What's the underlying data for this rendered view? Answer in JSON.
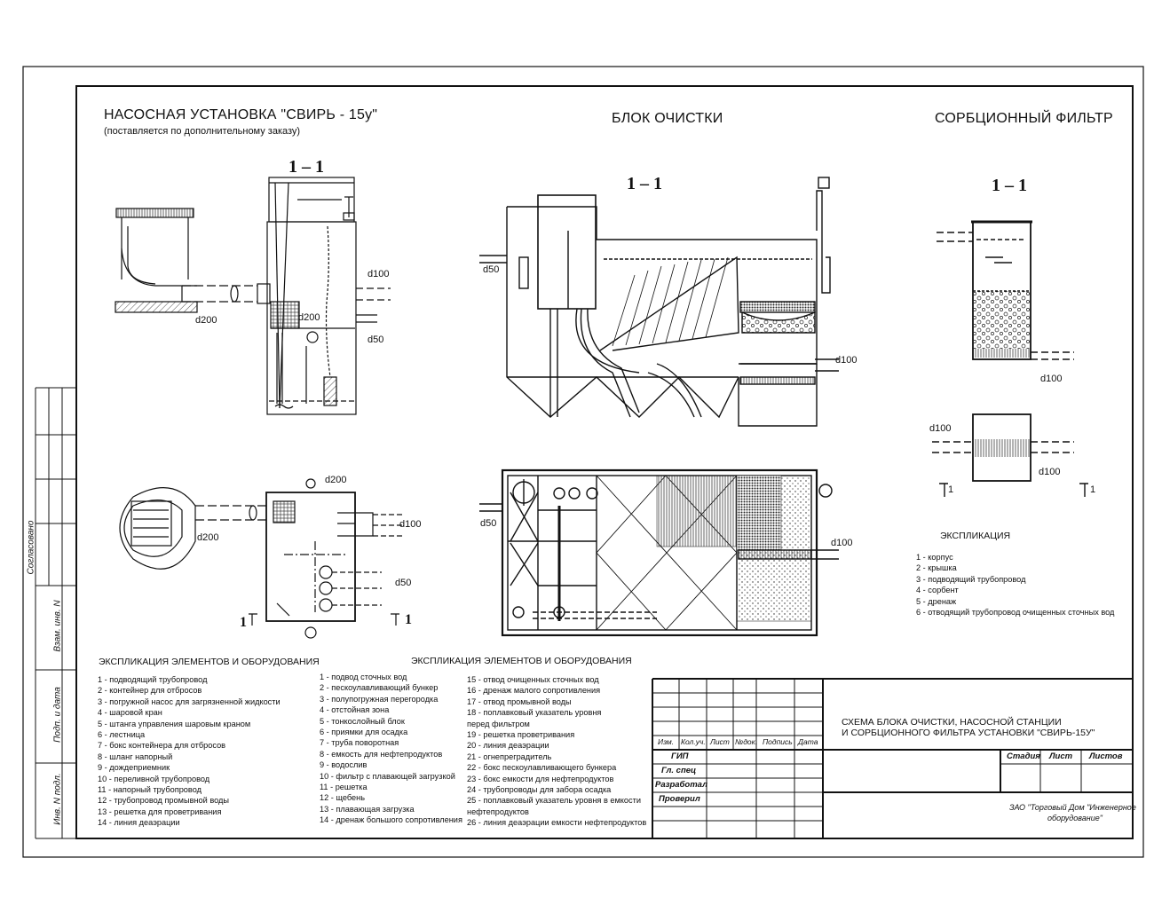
{
  "titles": {
    "pump_title": "НАСОСНАЯ УСТАНОВКА  \"СВИРЬ - 15у\"",
    "pump_subtitle": "(поставляется по дополнительному заказу)",
    "block_title": "БЛОК ОЧИСТКИ",
    "sorption_title": "СОРБЦИОННЫЙ ФИЛЬТР",
    "section_label": "1  –  1"
  },
  "pump_legend": {
    "title": "ЭКСПЛИКАЦИЯ ЭЛЕМЕНТОВ И ОБОРУДОВАНИЯ",
    "items": [
      "1 - подводящий трубопровод",
      "2 - контейнер для отбросов",
      "3 - погружной насос для загрязненной жидкости",
      "4 - шаровой кран",
      "5 - штанга управления шаровым краном",
      "6 - лестница",
      "7 - бокс контейнера для отбросов",
      "8 - шланг напорный",
      "9 - дождеприемник",
      "10 - переливной трубопровод",
      "11 - напорный трубопровод",
      "12 - трубопровод промывной воды",
      "13 - решетка для  проветривания",
      "14 - линия деаэрации"
    ]
  },
  "block_legend": {
    "title": "ЭКСПЛИКАЦИЯ ЭЛЕМЕНТОВ И ОБОРУДОВАНИЯ",
    "col1": [
      "1 - подвод сточных вод",
      "2 - пескоулавливающий бункер",
      "3 - полупогружная перегородка",
      "4 - отстойная зона",
      "5 - тонкослойный блок",
      "6 - приямки для осадка",
      "7 - труба поворотная",
      "8 - емкость для нефтепродуктов",
      "9 - водослив",
      "10 - фильтр с плавающей загрузкой",
      "11 - решетка",
      "12 - щебень",
      "13 - плавающая загрузка",
      "14 - дренаж большого сопротивления"
    ],
    "col2": [
      "15 - отвод очищенных сточных вод",
      "16 - дренаж малого сопротивления",
      "17 - отвод промывной воды",
      "18 - поплавковый указатель уровня",
      "      перед фильтром",
      "19 - решетка проветривания",
      "20 - линия деаэрации",
      "21 - огнепреградитель",
      "22 - бокс пескоулавливающего бункера",
      "23 - бокс емкости для нефтепродуктов",
      "24 -  трубопроводы для забора осадка",
      "25 - поплавковый указатель уровня в емкости",
      "      нефтепродуктов",
      "26 - линия деаэрации емкости нефтепродуктов"
    ]
  },
  "sorption_legend": {
    "title": "ЭКСПЛИКАЦИЯ",
    "items": [
      "1 - корпус",
      "2 - крышка",
      "3 - подводящий трубопровод",
      "4 - сорбент",
      "5 - дренаж",
      "6 - отводящий трубопровод очищенных сточных вод"
    ]
  },
  "stamp": {
    "headers": [
      "Изм.",
      "Кол.уч.",
      "Лист",
      "№док.",
      "Подпись",
      "Дата"
    ],
    "roles": [
      "ГИП",
      "Гл. спец",
      "Разработал",
      "Проверил"
    ],
    "stage_headers": [
      "Стадия",
      "Лист",
      "Листов"
    ],
    "title_line1": "СХЕМА БЛОКА ОЧИСТКИ, НАСОСНОЙ СТАНЦИИ",
    "title_line2": "И СОРБЦИОННОГО ФИЛЬТРА УСТАНОВКИ \"СВИРЬ-15У\"",
    "company_line1": "ЗАО \"Торговый Дом \"Инженерное",
    "company_line2": "оборудование\""
  },
  "side_stamp": {
    "agreed": "Согласовано",
    "inv_no": "Взам. инв. N",
    "sign_date": "Подп. и дата",
    "inv_orig": "Инв. N подл."
  },
  "dims": {
    "d50": "d50",
    "d100": "d100",
    "d200": "d200"
  },
  "section_marks": {
    "one": "1"
  }
}
